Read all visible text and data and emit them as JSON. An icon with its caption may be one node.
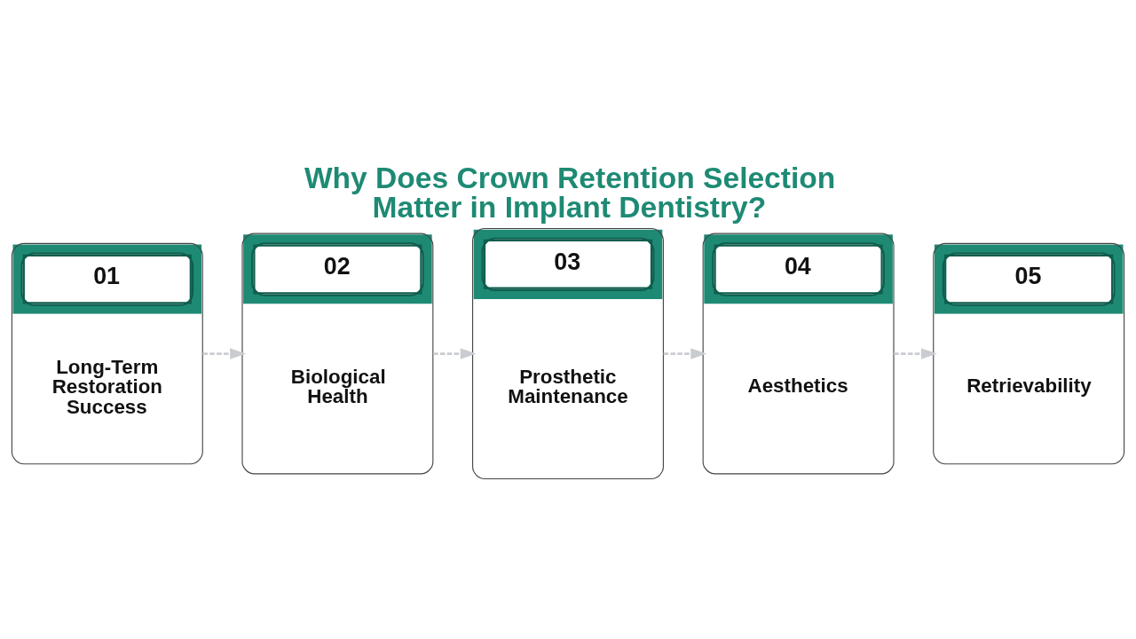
{
  "diagram": {
    "title": "Why Does Crown Retention Selection Matter in Implant Dentistry?",
    "nodes": [
      {
        "text": [
          "01",
          "Long-Term Restoration Success"
        ]
      },
      {
        "text": [
          "02",
          "Biological Health"
        ]
      },
      {
        "text": [
          "03",
          "Prosthetic Maintenance"
        ]
      },
      {
        "text": [
          "04",
          "Aesthetics"
        ]
      },
      {
        "text": [
          "05",
          "Retrievability"
        ]
      }
    ],
    "edges": [
      {
        "from": 0,
        "to": 1,
        "arrow": "to",
        "style": "dashed"
      },
      {
        "from": 1,
        "to": 2,
        "arrow": "to",
        "style": "dashed"
      },
      {
        "from": 2,
        "to": 3,
        "arrow": "to",
        "style": "dashed"
      },
      {
        "from": 3,
        "to": 4,
        "arrow": "to",
        "style": "dashed"
      }
    ]
  }
}
